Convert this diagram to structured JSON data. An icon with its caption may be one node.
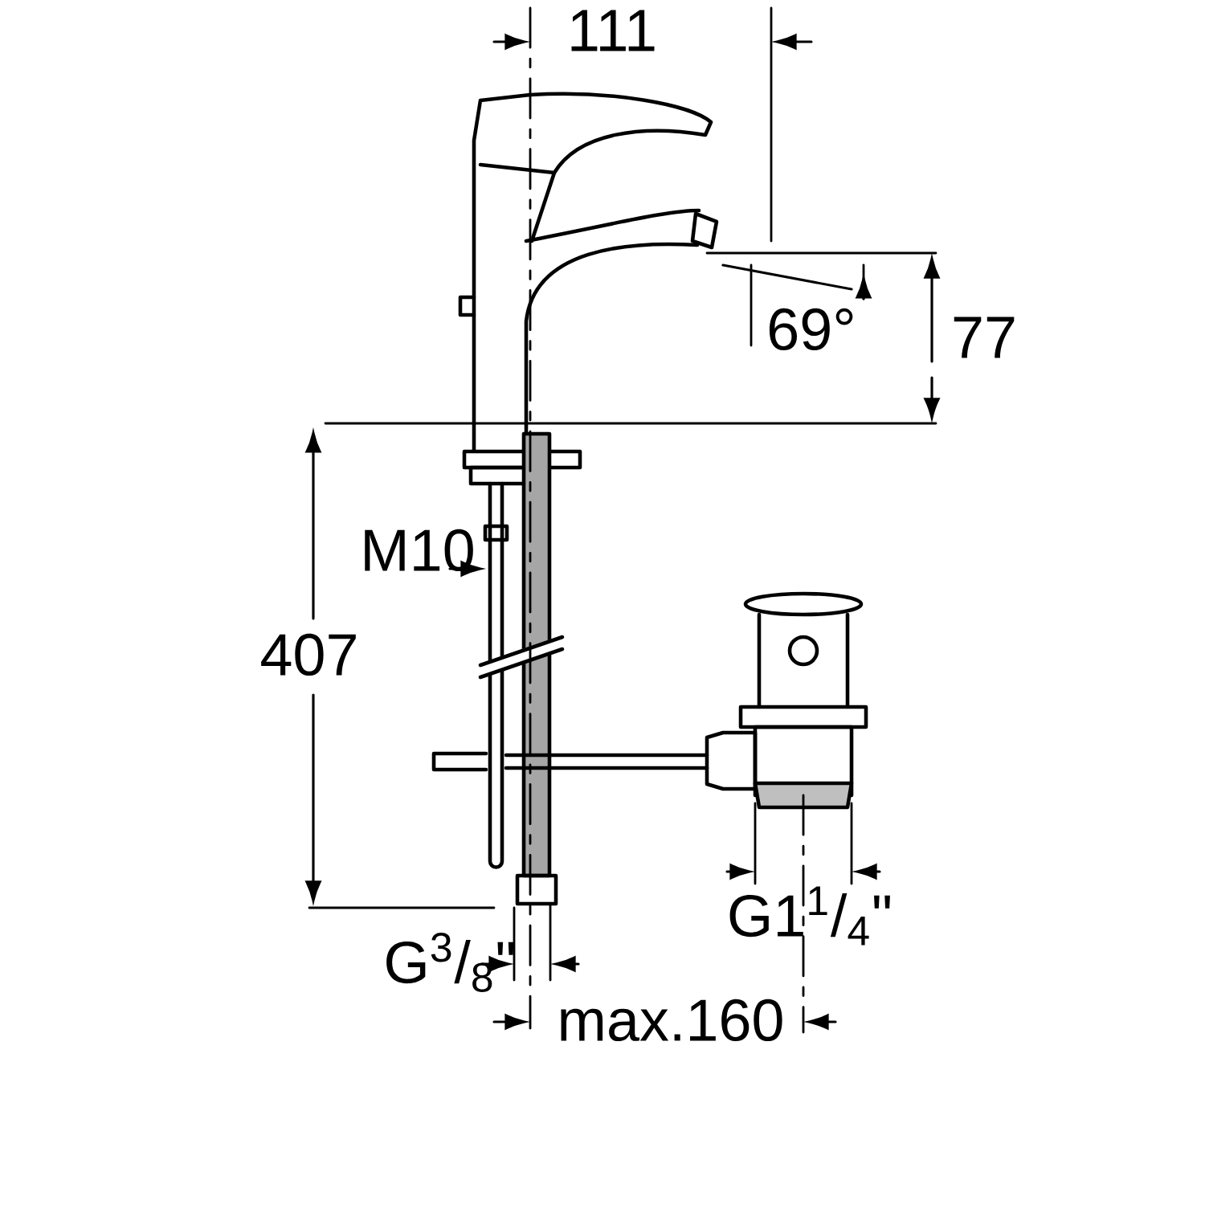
{
  "diagram": {
    "labels": [
      "111",
      "69°",
      "77",
      "M10",
      "407",
      "G1$^{1}$/$_{4}$\"",
      "G$^{3}$/$_{8}$\"",
      "max.160"
    ]
  }
}
